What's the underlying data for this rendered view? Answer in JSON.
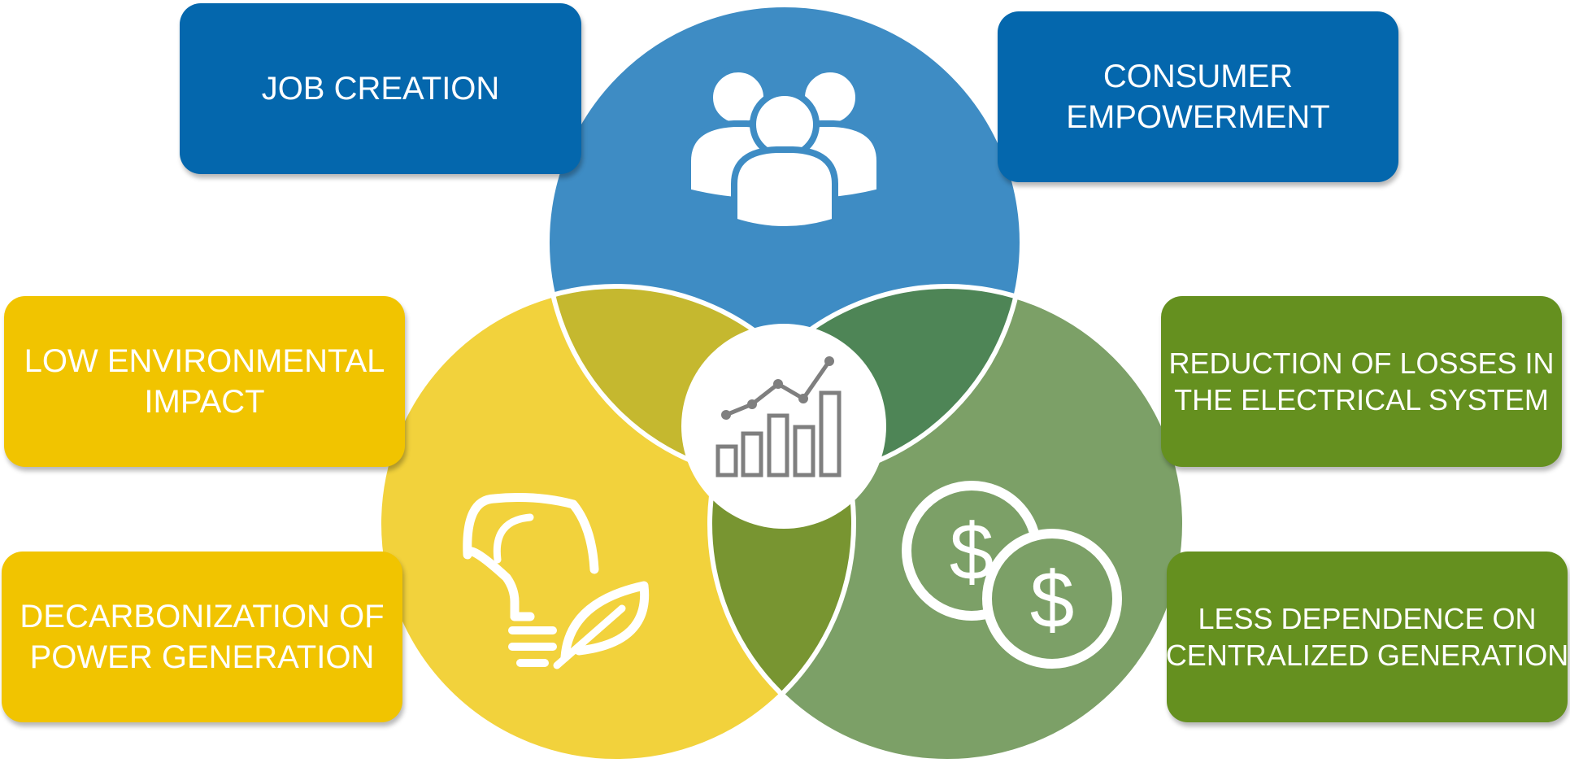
{
  "boxes": {
    "job_creation": {
      "lines": [
        "JOB CREATION"
      ]
    },
    "consumer_empowerment": {
      "lines": [
        "CONSUMER",
        "EMPOWERMENT"
      ]
    },
    "low_environmental_impact": {
      "lines": [
        "LOW ENVIRONMENTAL",
        "IMPACT"
      ]
    },
    "decarbonization": {
      "lines": [
        "DECARBONIZATION OF",
        "POWER GENERATION"
      ]
    },
    "reduction_of_losses": {
      "lines": [
        "REDUCTION OF LOSSES IN",
        "THE ELECTRICAL SYSTEM"
      ]
    },
    "less_dependence": {
      "lines": [
        "LESS DEPENDENCE ON",
        "CENTRALIZED GENERATION"
      ]
    }
  },
  "icons": {
    "top_circle": "people-icon",
    "left_circle": "lightbulb-leaf-icon",
    "right_circle": "dollar-coins-icon",
    "center": "growth-chart-icon"
  },
  "colors": {
    "blue_box": "#0467AD",
    "blue_circle": "#3E8CC4",
    "yellow_box": "#F1C400",
    "yellow_circle": "#F2D23C",
    "green_box": "#65901F",
    "green_circle": "#7CA067",
    "overlap_blue_yellow": "#C5B82F",
    "overlap_blue_green": "#4E8556",
    "overlap_yellow_green": "#789531",
    "icon_gray": "#7F7F7F"
  }
}
